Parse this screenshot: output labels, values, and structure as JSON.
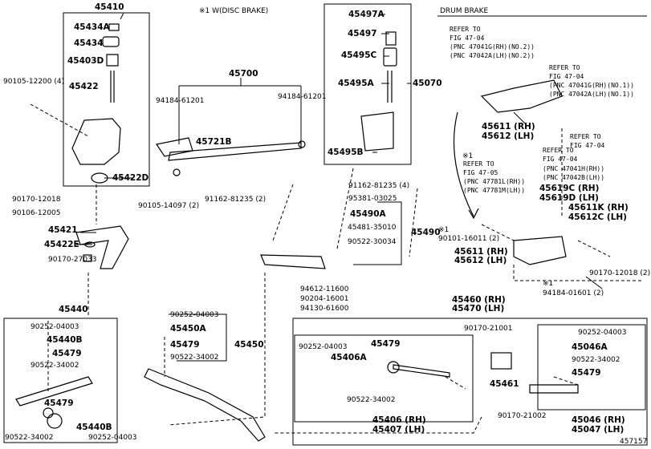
{
  "header": {
    "disc_note": "※1 W(DISC BRAKE)",
    "drum_title": "DRUM BRAKE",
    "diagram_number": "457157"
  },
  "labels": [
    {
      "text": "45410",
      "big": true
    },
    {
      "text": "45434A",
      "big": true
    },
    {
      "text": "45434",
      "big": true
    },
    {
      "text": "45403D",
      "big": true
    },
    {
      "text": "45422",
      "big": true
    },
    {
      "text": "90105-12200 (4)",
      "big": false
    },
    {
      "text": "45422D",
      "big": true
    },
    {
      "text": "90170-12018",
      "big": false
    },
    {
      "text": "90106-12005",
      "big": false
    },
    {
      "text": "90105-14097 (2)",
      "big": false
    },
    {
      "text": "45421",
      "big": true
    },
    {
      "text": "45422E",
      "big": true
    },
    {
      "text": "90170-27033",
      "big": false
    },
    {
      "text": "45440",
      "big": true
    },
    {
      "text": "90252-04003",
      "big": false
    },
    {
      "text": "45440B",
      "big": true
    },
    {
      "text": "45479",
      "big": true
    },
    {
      "text": "90522-34002",
      "big": false
    },
    {
      "text": "45479",
      "big": true
    },
    {
      "text": "90522-34002",
      "big": false
    },
    {
      "text": "45440B",
      "big": true
    },
    {
      "text": "90252-04003",
      "big": false
    },
    {
      "text": "45700",
      "big": true
    },
    {
      "text": "94184-61201",
      "big": false
    },
    {
      "text": "94184-61201",
      "big": false
    },
    {
      "text": "45721B",
      "big": true
    },
    {
      "text": "91162-81235 (2)",
      "big": false
    },
    {
      "text": "45497A",
      "big": true
    },
    {
      "text": "45497",
      "big": true
    },
    {
      "text": "45495C",
      "big": true
    },
    {
      "text": "45495A",
      "big": true
    },
    {
      "text": "45070",
      "big": true
    },
    {
      "text": "45495B",
      "big": true
    },
    {
      "text": "91162-81235 (4)",
      "big": false
    },
    {
      "text": "95381-03025",
      "big": false
    },
    {
      "text": "45490A",
      "big": true
    },
    {
      "text": "45481-35010",
      "big": false
    },
    {
      "text": "90522-30034",
      "big": false
    },
    {
      "text": "45490",
      "big": true
    },
    {
      "text": "※1",
      "big": false
    },
    {
      "text": "94612-11600",
      "big": false
    },
    {
      "text": "90204-16001",
      "big": false
    },
    {
      "text": "94130-61600",
      "big": false
    },
    {
      "text": "90252-04003",
      "big": false
    },
    {
      "text": "45450A",
      "big": true
    },
    {
      "text": "45479",
      "big": true
    },
    {
      "text": "45450",
      "big": true
    },
    {
      "text": "90522-34002",
      "big": false
    },
    {
      "text": "REFER TO",
      "big": false
    },
    {
      "text": "FIG 47-04",
      "big": false
    },
    {
      "text": "(PNC 47041G(RH)(NO.2))",
      "big": false
    },
    {
      "text": "(PNC 47042A(LH)(NO.2))",
      "big": false
    },
    {
      "text": "REFER TO",
      "big": false
    },
    {
      "text": "FIG 47-04",
      "big": false
    },
    {
      "text": "(PNC 47041G(RH)(NO.1))",
      "big": false
    },
    {
      "text": "(PNC 47042A(LH)(NO.1))",
      "big": false
    },
    {
      "text": "45611 (RH)",
      "big": true
    },
    {
      "text": "45612 (LH)",
      "big": true
    },
    {
      "text": "REFER TO",
      "big": false
    },
    {
      "text": "FIG 47-04",
      "big": false
    },
    {
      "text": "REFER TO",
      "big": false
    },
    {
      "text": "FIG 47-04",
      "big": false
    },
    {
      "text": "(PNC 47041H(RH))",
      "big": false
    },
    {
      "text": "(PNC 47042B(LH))",
      "big": false
    },
    {
      "text": "※1",
      "big": false
    },
    {
      "text": "REFER TO",
      "big": false
    },
    {
      "text": "FIG 47-05",
      "big": false
    },
    {
      "text": "(PNC 47781L(RH))",
      "big": false
    },
    {
      "text": "(PNC 47781M(LH))",
      "big": false
    },
    {
      "text": "45619C (RH)",
      "big": true
    },
    {
      "text": "45619D (LH)",
      "big": true
    },
    {
      "text": "45611K (RH)",
      "big": true
    },
    {
      "text": "45612C (LH)",
      "big": true
    },
    {
      "text": "90101-16011 (2)",
      "big": false
    },
    {
      "text": "45611 (RH)",
      "big": true
    },
    {
      "text": "45612 (LH)",
      "big": true
    },
    {
      "text": "90170-12018 (2)",
      "big": false
    },
    {
      "text": "※1",
      "big": false
    },
    {
      "text": "94184-01601 (2)",
      "big": false
    },
    {
      "text": "45460 (RH)",
      "big": true
    },
    {
      "text": "45470 (LH)",
      "big": true
    },
    {
      "text": "90170-21001",
      "big": false
    },
    {
      "text": "90252-04003",
      "big": false
    },
    {
      "text": "90252-04003",
      "big": false
    },
    {
      "text": "45406A",
      "big": true
    },
    {
      "text": "45479",
      "big": true
    },
    {
      "text": "45046A",
      "big": true
    },
    {
      "text": "90522-34002",
      "big": false
    },
    {
      "text": "45479",
      "big": true
    },
    {
      "text": "45461",
      "big": true
    },
    {
      "text": "90522-34002",
      "big": false
    },
    {
      "text": "90170-21002",
      "big": false
    },
    {
      "text": "45406 (RH)",
      "big": true
    },
    {
      "text": "45407 (LH)",
      "big": true
    },
    {
      "text": "45046 (RH)",
      "big": true
    },
    {
      "text": "45047 (LH)",
      "big": true
    }
  ]
}
